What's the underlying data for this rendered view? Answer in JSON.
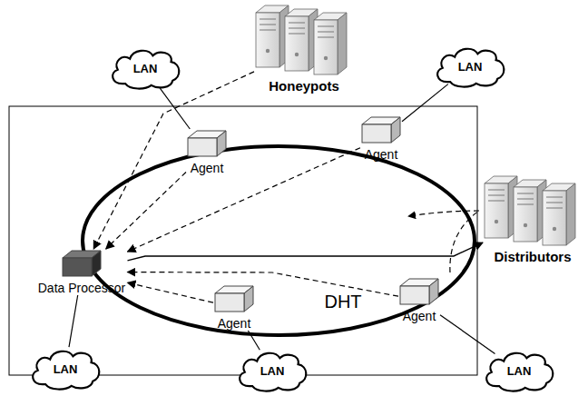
{
  "diagram": {
    "nodes": [
      {
        "text": [
          "Honeypots"
        ]
      },
      {
        "text": [
          "LAN"
        ]
      },
      {
        "text": [
          "LAN"
        ]
      },
      {
        "text": [
          "Agent"
        ]
      },
      {
        "text": [
          "Agent"
        ]
      },
      {
        "text": [
          "Distributors"
        ]
      },
      {
        "text": [
          "Data Processor"
        ]
      },
      {
        "text": [
          "Agent"
        ]
      },
      {
        "text": [
          "Agent"
        ]
      },
      {
        "text": [
          "LAN"
        ]
      },
      {
        "text": [
          "LAN"
        ]
      },
      {
        "text": [
          "LAN"
        ]
      }
    ],
    "edges": [
      {
        "from": 1,
        "to": 3,
        "arrow": "none"
      },
      {
        "from": 2,
        "to": 4,
        "arrow": "none"
      },
      {
        "from": 0,
        "to": 6,
        "arrow": "to"
      },
      {
        "from": 3,
        "to": 6,
        "arrow": "to"
      },
      {
        "from": 4,
        "to": 6,
        "arrow": "to"
      },
      {
        "from": 7,
        "to": 6,
        "arrow": "to"
      },
      {
        "from": 8,
        "to": 6,
        "arrow": "to"
      },
      {
        "from": 6,
        "to": 5,
        "arrow": "to"
      },
      {
        "from": 6,
        "to": 9,
        "arrow": "none"
      },
      {
        "from": 7,
        "to": 10,
        "arrow": "none"
      },
      {
        "from": 8,
        "to": 11,
        "arrow": "none"
      }
    ],
    "labels": [
      "DHT"
    ]
  }
}
